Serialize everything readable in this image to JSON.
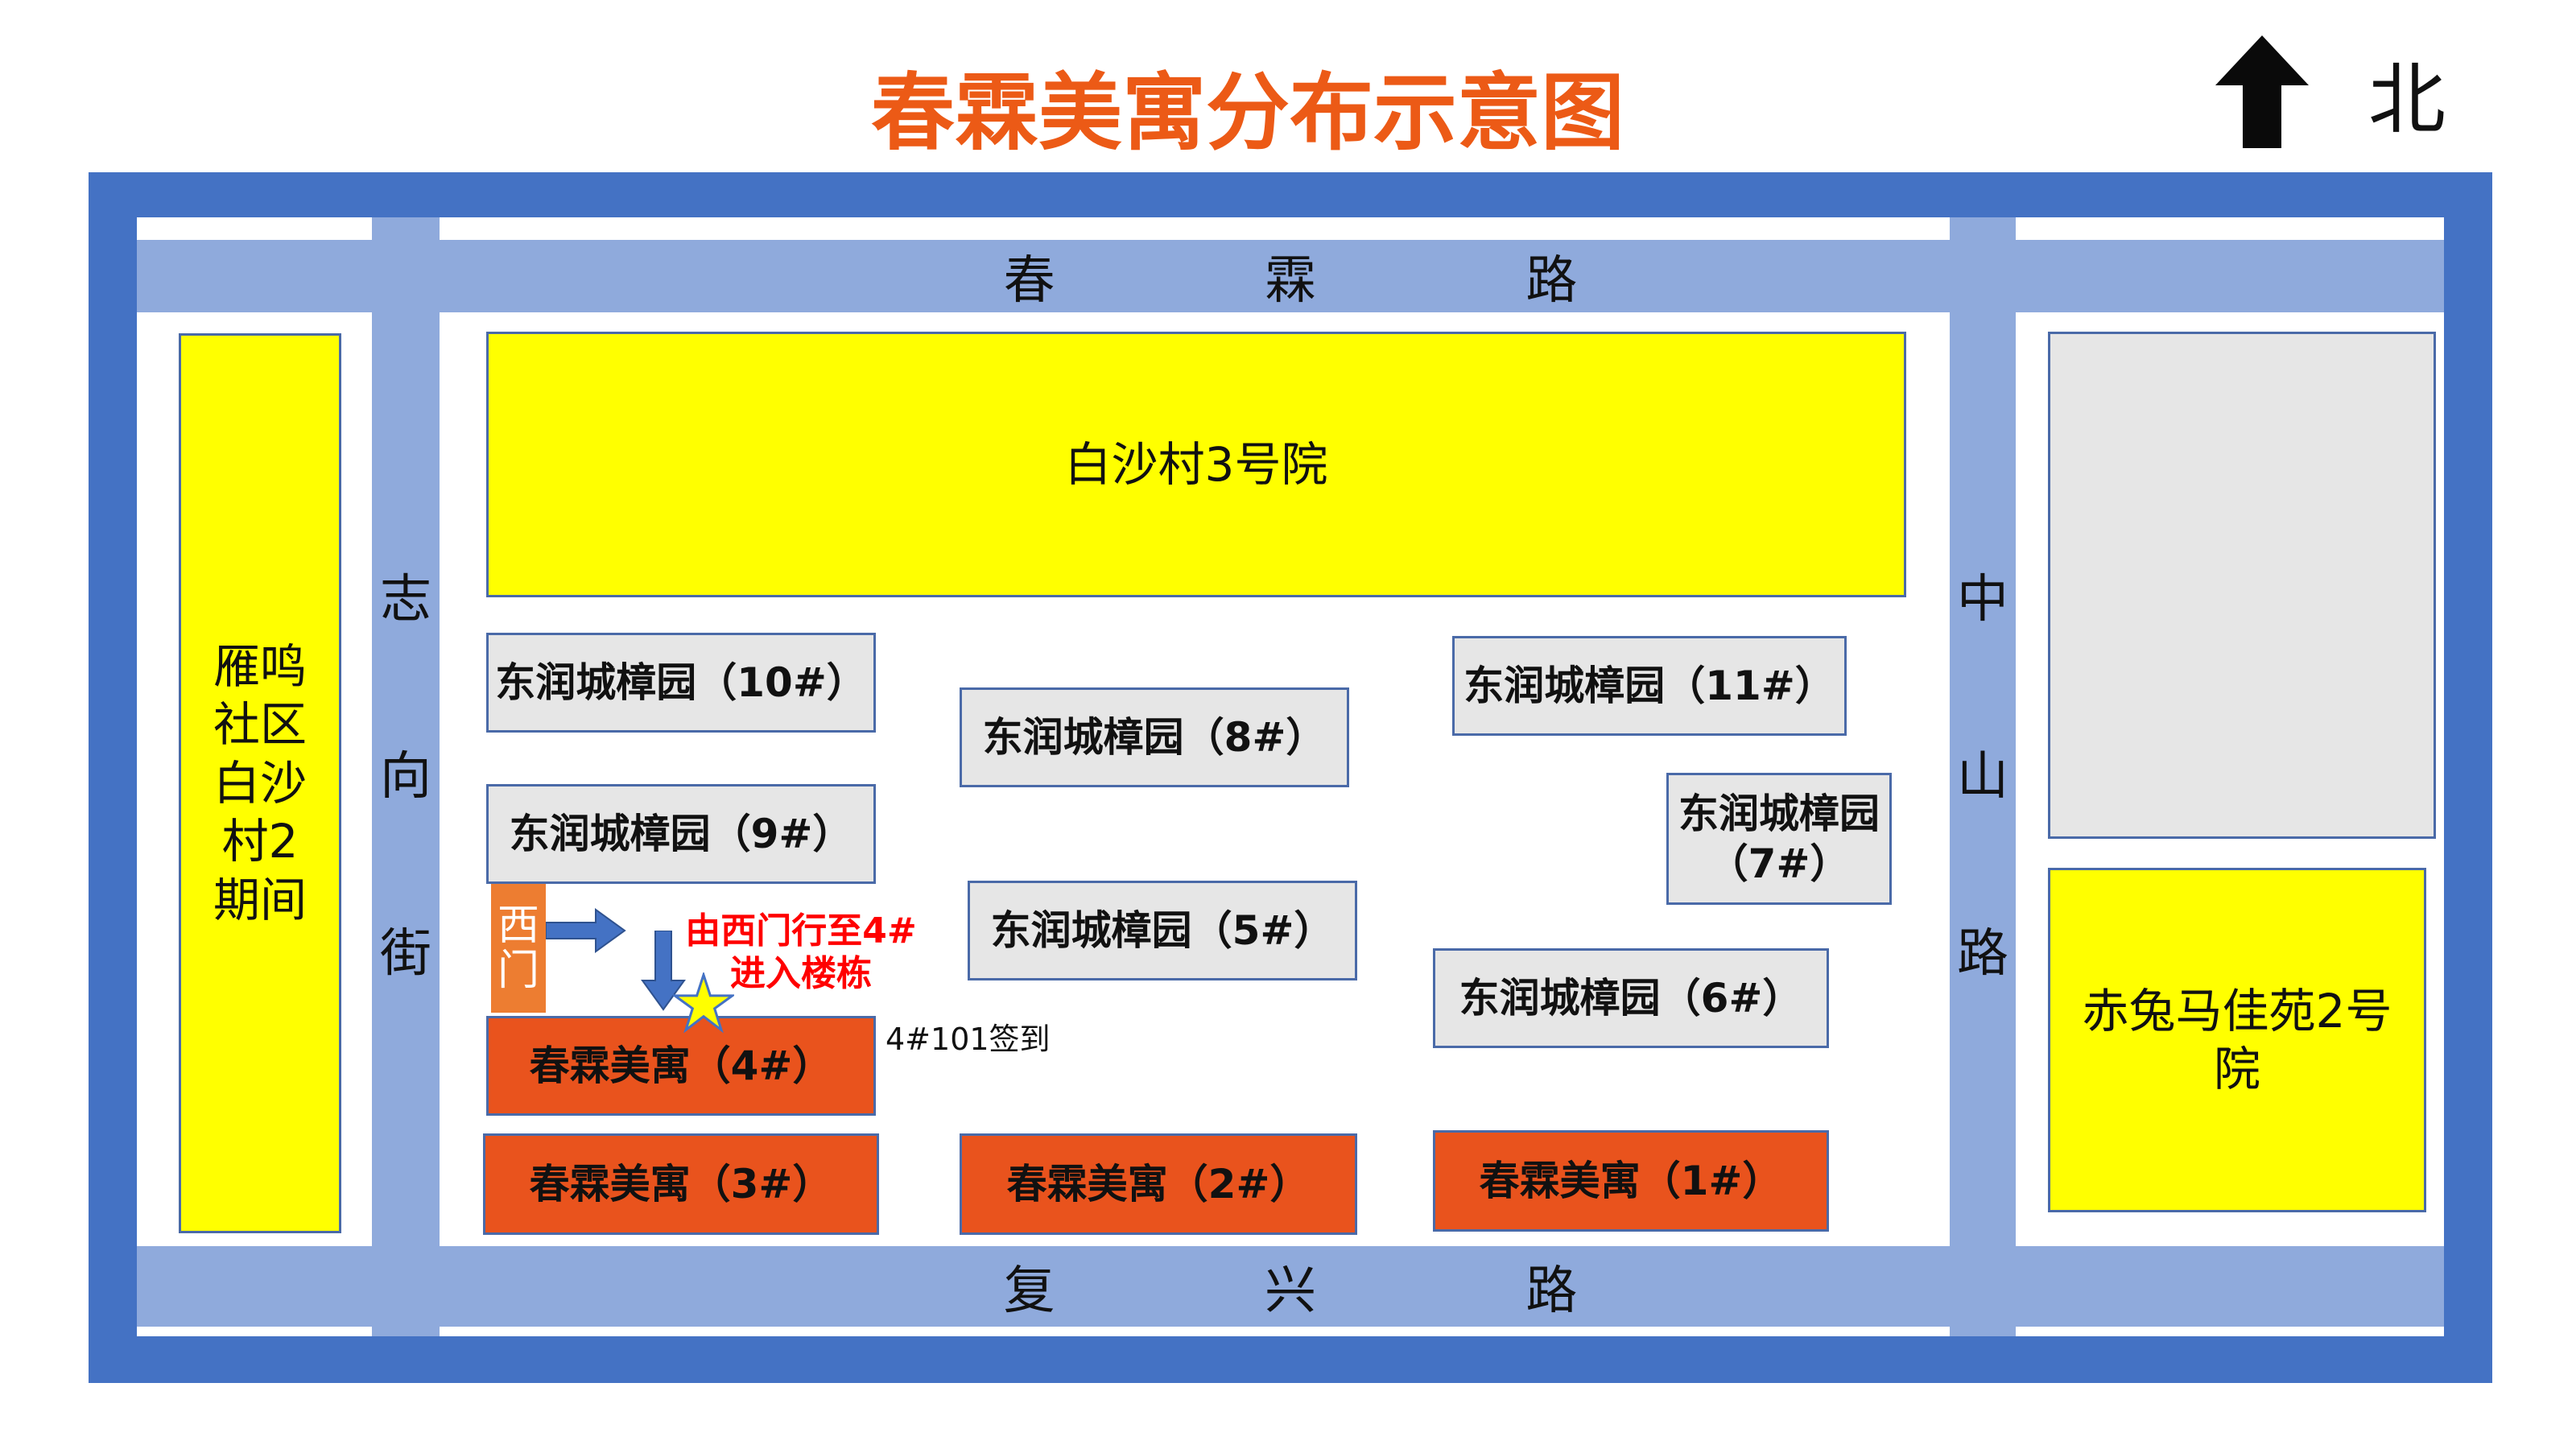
{
  "title": "春霖美寓分布示意图",
  "compass": {
    "label": "北",
    "icon": "north-arrow-icon"
  },
  "roads": {
    "north": "春 霖 路",
    "south": "复 兴 路",
    "west": "志 向 街",
    "east": "中 山 路"
  },
  "blocks": {
    "yanming": "雁鸣\n社区\n白沙\n村2\n期间",
    "baishacun3": "白沙村3号院",
    "chitu": "赤兔马佳苑2号\n院",
    "dr10": "东润城樟园（10#）",
    "dr9": "东润城樟园（9#）",
    "dr8": "东润城樟园（8#）",
    "dr5": "东润城樟园（5#）",
    "dr11": "东润城樟园（11#）",
    "dr7": "东润城樟园\n（7#）",
    "dr6": "东润城樟园（6#）",
    "cl4": "春霖美寓（4#）",
    "cl3": "春霖美寓（3#）",
    "cl2": "春霖美寓（2#）",
    "cl1": "春霖美寓（1#）"
  },
  "west_gate": "西\n门",
  "instruction": "由西门行至4#\n进入楼栋",
  "signin_note": "4#101签到",
  "colors": {
    "title": "#ec5a16",
    "frame": "#4472c4",
    "road": "#8faadc",
    "residential_yellow": "#ffff00",
    "chunlin_orange": "#e9531d",
    "gate_orange": "#ed7d31",
    "instruction_red": "#ff0000",
    "gray_block": "#e6e6e6"
  }
}
